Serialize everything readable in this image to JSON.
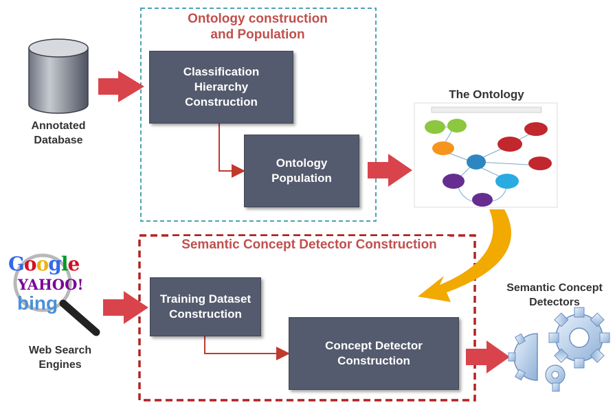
{
  "top_section": {
    "title": "Ontology construction\nand Population",
    "box_classification": "Classification\nHierarchy\nConstruction",
    "box_population": "Ontology\nPopulation"
  },
  "bottom_section": {
    "title": "Semantic Concept Detector Construction",
    "box_training": "Training Dataset\nConstruction",
    "box_detector": "Concept Detector\nConstruction"
  },
  "inputs": {
    "annotated_database": "Annotated\nDatabase",
    "web_search_engines": "Web Search\nEngines",
    "logo_google": "Google",
    "logo_yahoo": "YAHOO!",
    "logo_bing": "bing"
  },
  "outputs": {
    "ontology_title": "The Ontology",
    "semantic_detectors": "Semantic Concept\nDetectors"
  },
  "colors": {
    "box_fill": "#555b6e",
    "top_border": "#4aa3b5",
    "bottom_border": "#b22222",
    "title_red": "#c0504d",
    "arrow_red": "#d9434b",
    "arrow_yellow": "#f2a900",
    "connector_red": "#c0392b"
  }
}
